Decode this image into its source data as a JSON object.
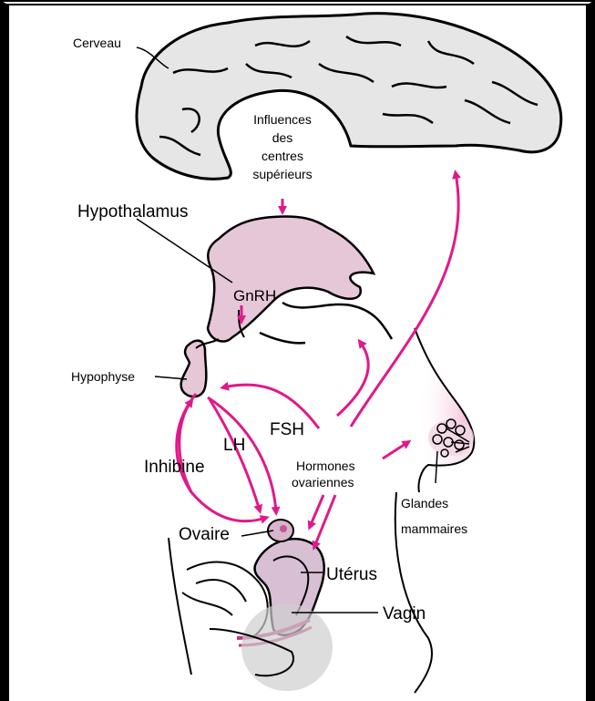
{
  "labels": {
    "cerveau": "Cerveau",
    "influences_1": "Influences",
    "influences_2": "des",
    "influences_3": "centres",
    "influences_4": "supérieurs",
    "hypothalamus": "Hypothalamus",
    "gnrh": "GnRH",
    "hypophyse": "Hypophyse",
    "lh": "LH",
    "fsh": "FSH",
    "inhibine": "Inhibine",
    "hormones_1": "Hormones",
    "hormones_2": "ovariennes",
    "glandes_1": "Glandes",
    "glandes_2": "mammaires",
    "ovaire": "Ovaire",
    "uterus": "Utérus",
    "vagin": "Vagin"
  },
  "colors": {
    "arrow": "#e0198a",
    "tissue_fill": "#e8c6d6",
    "organ_fill": "#d9c0d2",
    "outline": "#000000",
    "brain_fill": "#e8e8e8"
  }
}
